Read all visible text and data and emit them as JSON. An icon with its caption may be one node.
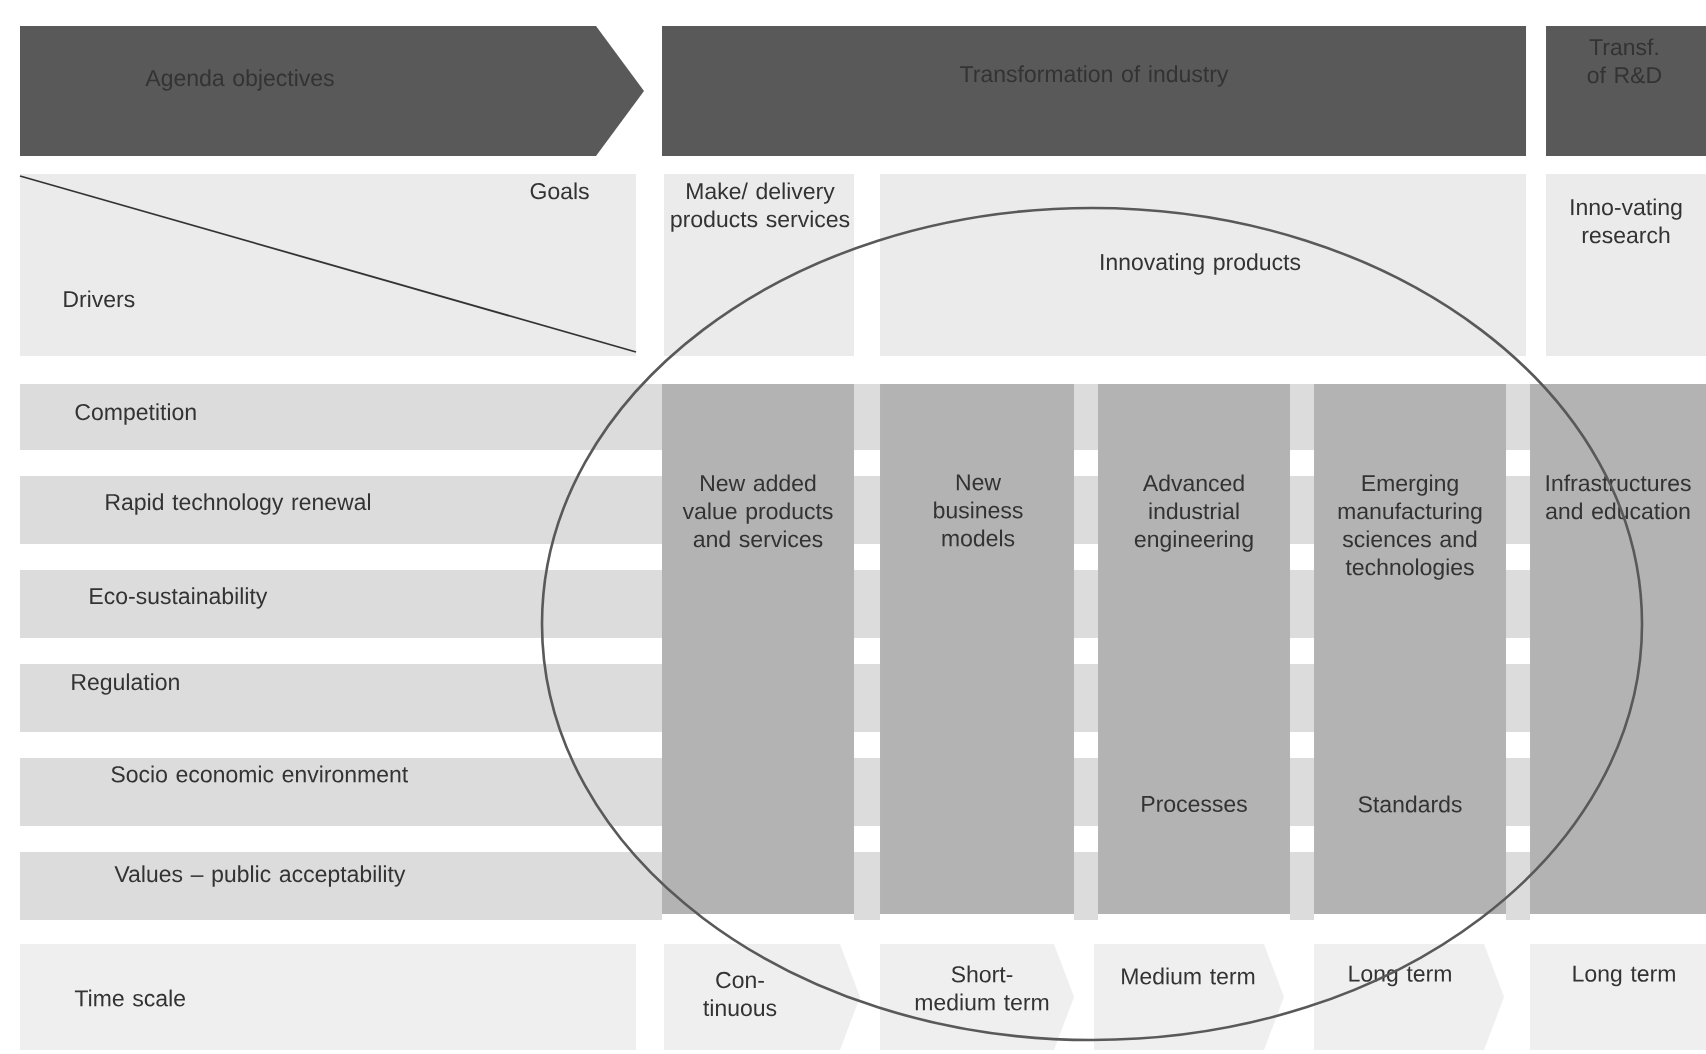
{
  "diagram": {
    "nodes": [
      {
        "text": [
          "Agenda objectives"
        ]
      },
      {
        "text": [
          "Transformation of industry"
        ]
      },
      {
        "text": [
          "Transf. of R&D"
        ]
      },
      {
        "text": [
          "Goals",
          "Drivers"
        ]
      },
      {
        "text": [
          "Make/ delivery products services"
        ]
      },
      {
        "text": [
          "Innovating products"
        ]
      },
      {
        "text": [
          "Inno-vating research"
        ]
      },
      {
        "text": [
          "Competition"
        ]
      },
      {
        "text": [
          "Rapid technology renewal"
        ]
      },
      {
        "text": [
          "Eco-sustainability"
        ]
      },
      {
        "text": [
          "Regulation"
        ]
      },
      {
        "text": [
          "Socio economic environment"
        ]
      },
      {
        "text": [
          "Values – public acceptability"
        ]
      },
      {
        "text": [
          "New added value products and services"
        ]
      },
      {
        "text": [
          "New business models"
        ]
      },
      {
        "text": [
          "Advanced industrial engineering",
          "Processes"
        ]
      },
      {
        "text": [
          "Emerging manufacturing sciences and technologies",
          "Standards"
        ]
      },
      {
        "text": [
          "Infrastructures and education"
        ]
      },
      {
        "text": [
          "Time scale"
        ]
      },
      {
        "text": [
          "Con- tinuous"
        ]
      },
      {
        "text": [
          "Short- medium term"
        ]
      },
      {
        "text": [
          "Medium term"
        ]
      },
      {
        "text": [
          "Long term"
        ]
      },
      {
        "text": [
          "Long term"
        ]
      }
    ]
  }
}
